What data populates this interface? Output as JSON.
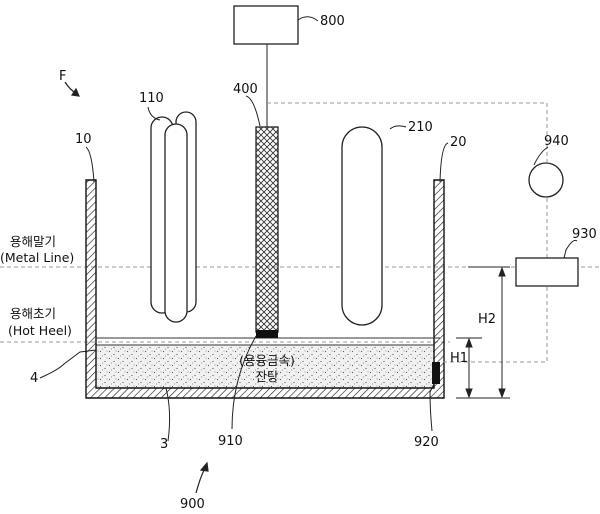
{
  "labels": {
    "f": "F",
    "n10": "10",
    "n110": "110",
    "n400": "400",
    "n800": "800",
    "n210": "210",
    "n20": "20",
    "n940": "940",
    "n930": "930",
    "n4": "4",
    "n3": "3",
    "n910": "910",
    "n920": "920",
    "n900": "900",
    "h1": "H1",
    "h2": "H2"
  },
  "level_labels": {
    "metal_line_ko": "용해말기",
    "metal_line_en": "(Metal Line)",
    "hot_heel_ko": "용해초기",
    "hot_heel_en": "(Hot Heel)"
  },
  "bath_label": {
    "line1": "(용융금속)",
    "line2": "잔탕"
  }
}
